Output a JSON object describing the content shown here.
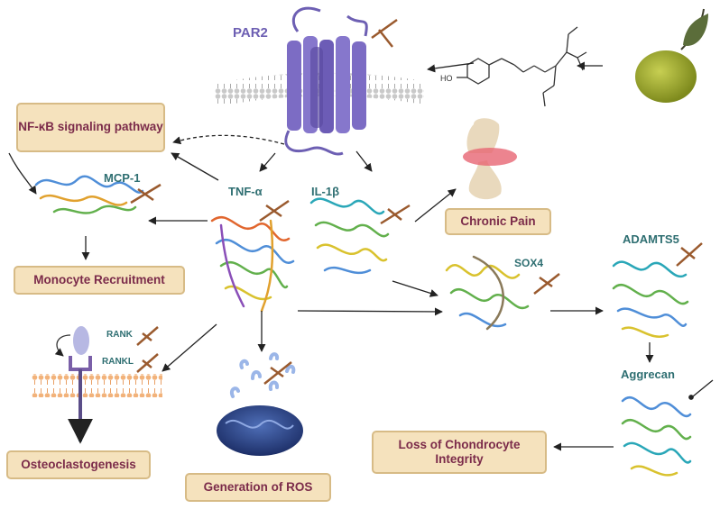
{
  "colors": {
    "label_teal": "#2f6f72",
    "box_fill": "#f5e2bd",
    "box_border": "#d7bb86",
    "box_text": "#7b2b4a",
    "receptor_purple": "#6d5fb3",
    "inhibitor_brown": "#9a5a2e",
    "olive_green": "#9aa62c"
  },
  "icons": [
    "membrane-icon",
    "receptor-icon",
    "olive-icon",
    "molecule-structure-icon",
    "joint-icon",
    "mitochondria-icon",
    "protein-structure-icon",
    "inhibitor-icon",
    "arrow-icon"
  ],
  "labels": {
    "par2": "PAR2",
    "mcp1": "MCP-1",
    "tnfa": "TNF-α",
    "il1b": "IL-1β",
    "sox4": "SOX4",
    "adamts5": "ADAMTS5",
    "aggrecan": "Aggrecan",
    "rank": "RANK",
    "rankl": "RANKL",
    "molecule_ho": "HO"
  },
  "boxes": {
    "nfkb": "NF-κB signaling pathway",
    "chronic_pain": "Chronic Pain",
    "monocyte": "Monocyte Recruitment",
    "osteoclasto": "Osteoclastogenesis",
    "ros": "Generation of ROS",
    "chondrocyte": "Loss of Chondrocyte Integrity"
  }
}
